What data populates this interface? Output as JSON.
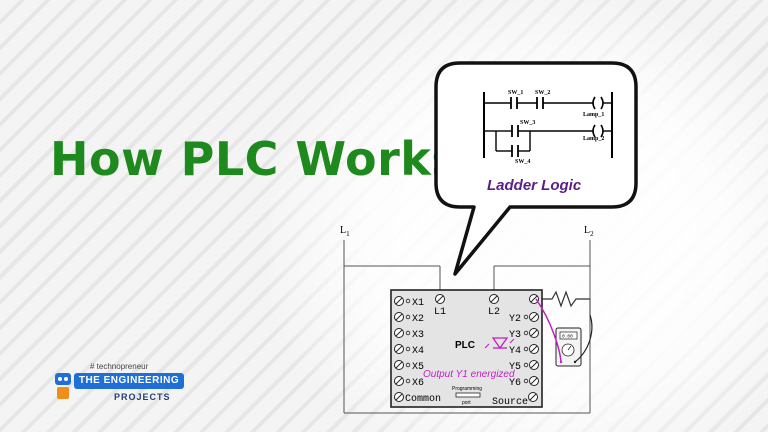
{
  "headline": "How PLC Works",
  "bubble": {
    "caption": "Ladder Logic",
    "contacts": [
      "SW_1",
      "SW_2",
      "SW_3",
      "SW_4"
    ],
    "coils": [
      "Lamp_1",
      "Lamp_2"
    ]
  },
  "plc": {
    "label": "PLC",
    "inputs": [
      "X1",
      "X2",
      "X3",
      "X4",
      "X5",
      "X6"
    ],
    "outputs": [
      "Y2",
      "Y3",
      "Y4",
      "Y5",
      "Y6"
    ],
    "top_terminals": [
      "L1",
      "L2"
    ],
    "common_label": "Common",
    "source_label": "Source",
    "port_label_1": "Programming",
    "port_label_2": "port",
    "status": "Output Y1 energized"
  },
  "lines": {
    "left": "L",
    "left_sub": "1",
    "right": "L",
    "right_sub": "2"
  },
  "meter_display": "0.00",
  "logo": {
    "tag": "# technopreneur",
    "banner": "THE ENGINEERING",
    "sub": "PROJECTS"
  },
  "colors": {
    "headline": "#1e8a1e",
    "caption": "#5a1f8a",
    "status": "#c21ec2",
    "logo": "#1f6fd6"
  }
}
